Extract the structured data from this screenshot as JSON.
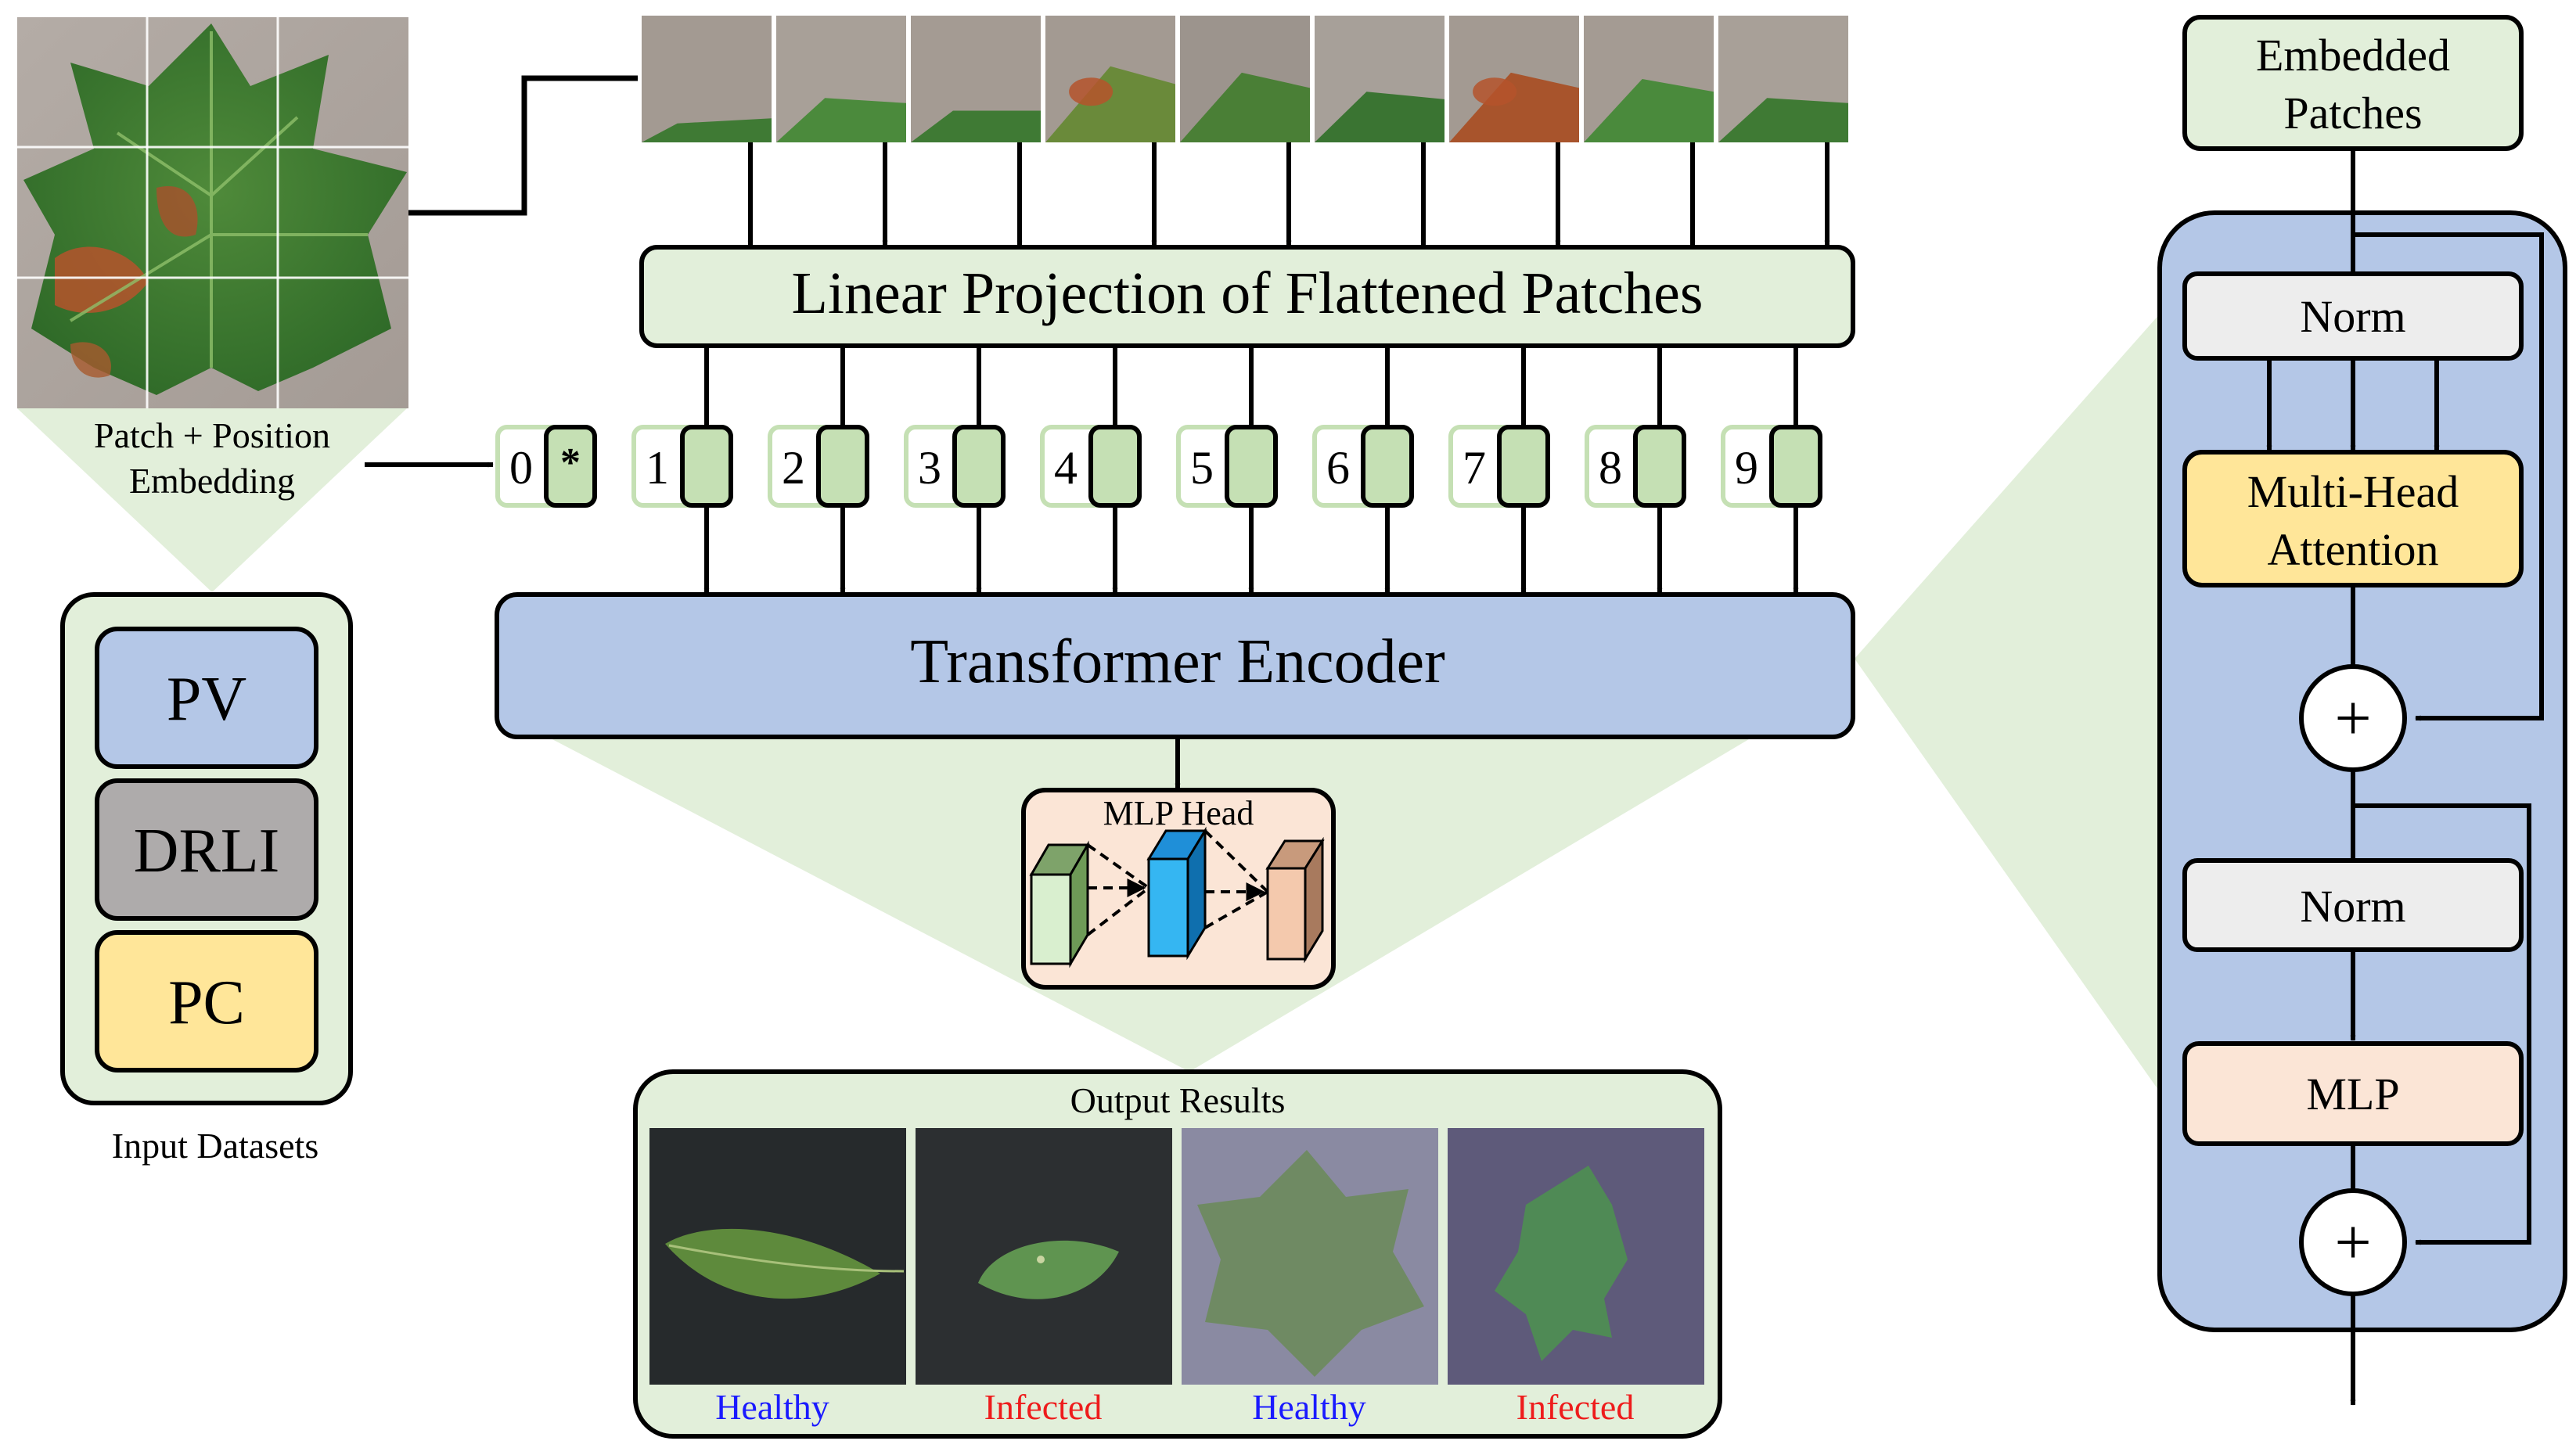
{
  "input_image": {
    "caption_line1": "Patch + Position",
    "caption_line2": "Embedding"
  },
  "linear_projection": {
    "label": "Linear Projection of Flattened Patches"
  },
  "tokens": [
    {
      "label": "0",
      "marker": "*"
    },
    {
      "label": "1"
    },
    {
      "label": "2"
    },
    {
      "label": "3"
    },
    {
      "label": "4"
    },
    {
      "label": "5"
    },
    {
      "label": "6"
    },
    {
      "label": "7"
    },
    {
      "label": "8"
    },
    {
      "label": "9"
    }
  ],
  "transformer_encoder": {
    "label": "Transformer Encoder"
  },
  "mlp_head": {
    "label": "MLP Head"
  },
  "input_datasets": {
    "items": [
      "PV",
      "DRLI",
      "PC"
    ],
    "caption": "Input Datasets"
  },
  "output_results": {
    "title": "Output Results",
    "items": [
      {
        "label": "Healthy",
        "color": "#1a1aff"
      },
      {
        "label": "Infected",
        "color": "#ee1c1c"
      },
      {
        "label": "Healthy",
        "color": "#1a1aff"
      },
      {
        "label": "Infected",
        "color": "#ee1c1c"
      }
    ]
  },
  "encoder_block": {
    "embedded_patches_line1": "Embedded",
    "embedded_patches_line2": "Patches",
    "norm1": "Norm",
    "attention_line1": "Multi-Head",
    "attention_line2": "Attention",
    "add_symbol": "+",
    "norm2": "Norm",
    "mlp": "MLP"
  },
  "colors": {
    "green_fill": "#e2efda",
    "green_token": "#c5e0b4",
    "blue_fill": "#b4c7e7",
    "gray_fill": "#aeabab",
    "yellow_fill": "#ffe699",
    "peach_fill": "#fbe5d6",
    "norm_fill": "#ededed"
  }
}
